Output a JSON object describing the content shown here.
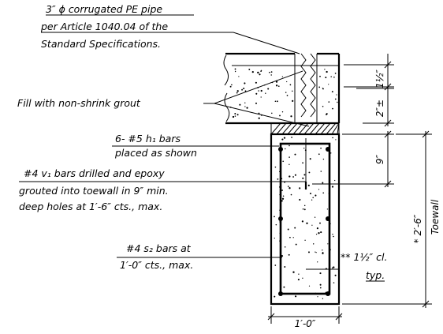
{
  "notes": {
    "pipe_line1": "3″ ϕ corrugated PE pipe",
    "pipe_line2": "per Article 1040.04 of the",
    "pipe_line3": "Standard Specifications.",
    "grout": "Fill with non-shrink grout",
    "h1_line1": "6- #5 h₁ bars",
    "h1_line2": "placed as shown",
    "v1_line1": "#4 v₁ bars drilled and epoxy",
    "v1_line2": "grouted into toewall in 9″ min.",
    "v1_line3": "deep holes at 1′-6″ cts., max.",
    "s2_line1": "#4 s₂ bars at",
    "s2_line2": "1′-0″ cts., max.",
    "cover_line1": "** 1½″ cl.",
    "cover_line2": "typ."
  },
  "dimensions": {
    "top_slab": "1½″",
    "gap": "2″±",
    "embed": "9″",
    "height": "* 2′-6″",
    "toewall": "Toewall",
    "width": "1′-0″"
  }
}
